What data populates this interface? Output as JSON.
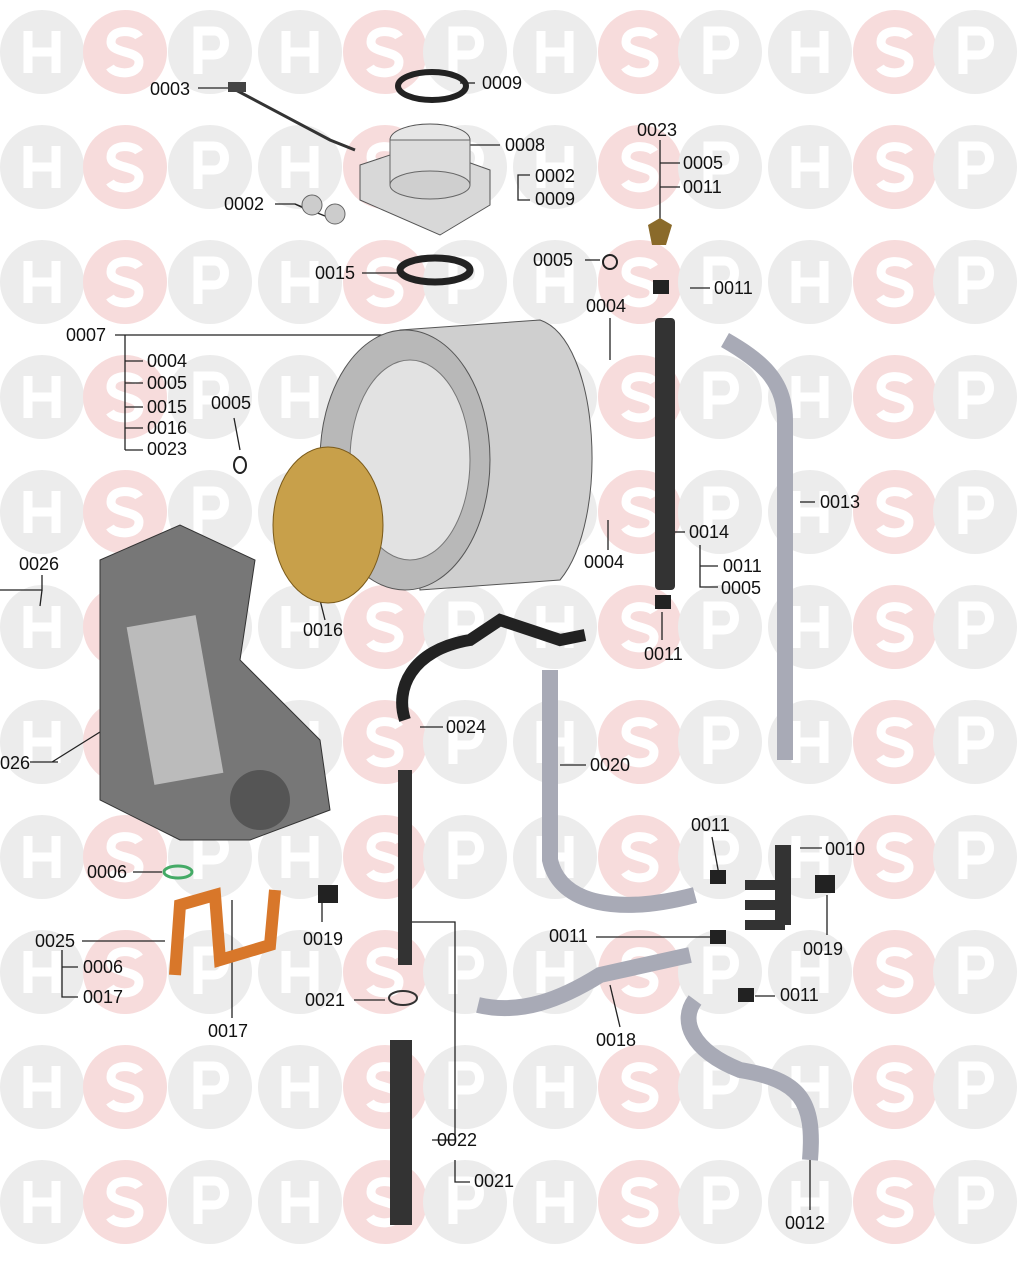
{
  "watermark": {
    "letters": [
      "H",
      "S",
      "P"
    ],
    "circle_color": "#ececec",
    "accent_circle_color": "#f7dcdc"
  },
  "labels": [
    "0003",
    "0009",
    "0008",
    "0002",
    "0009",
    "0002",
    "0023",
    "0005",
    "0011",
    "0005",
    "0015",
    "0011",
    "0007",
    "0004",
    "0004",
    "0005",
    "0015",
    "0016",
    "0023",
    "0005",
    "0013",
    "0014",
    "0011",
    "0005",
    "0004",
    "0026",
    "0016",
    "0011",
    "0024",
    "026",
    "0020",
    "0011",
    "0010",
    "0006",
    "0019",
    "0025",
    "0011",
    "0019",
    "0006",
    "0017",
    "0021",
    "0011",
    "0017",
    "0018",
    "0022",
    "0021",
    "0012"
  ]
}
